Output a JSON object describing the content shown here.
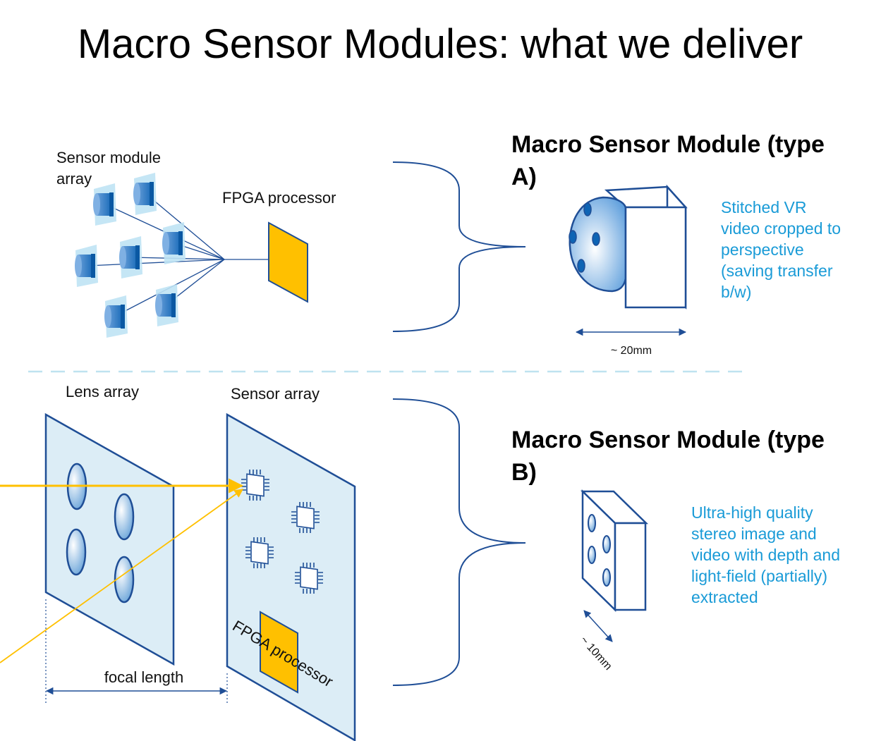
{
  "title": "Macro Sensor Modules: what we deliver",
  "type_a": {
    "sensor_module_array": [
      "Sensor module",
      "array"
    ],
    "fpga_processor": "FPGA processor",
    "heading": [
      "Macro Sensor Module (type",
      "A)"
    ],
    "description": [
      "Stitched VR",
      "video cropped to",
      "perspective",
      "(saving transfer",
      "b/w)"
    ],
    "dimension": "~ 20mm"
  },
  "type_b": {
    "lens_array": "Lens array",
    "sensor_array": "Sensor array",
    "focal_length": "focal length",
    "fpga_processor": "FPGA processor",
    "heading": [
      "Macro Sensor Module (type",
      "B)"
    ],
    "description": [
      "Ultra-high quality",
      "stereo image and",
      "video with depth and",
      "light-field (partially)",
      "extracted"
    ],
    "dimension": "~ 10mm"
  },
  "colors": {
    "stroke_blue": "#1f4e96",
    "panel_fill": "#d9edf7",
    "fpga_fill": "#ffc000",
    "light_ray": "#ffc000",
    "description_text": "#1a9bd7",
    "divider": "#bfe3f0"
  }
}
